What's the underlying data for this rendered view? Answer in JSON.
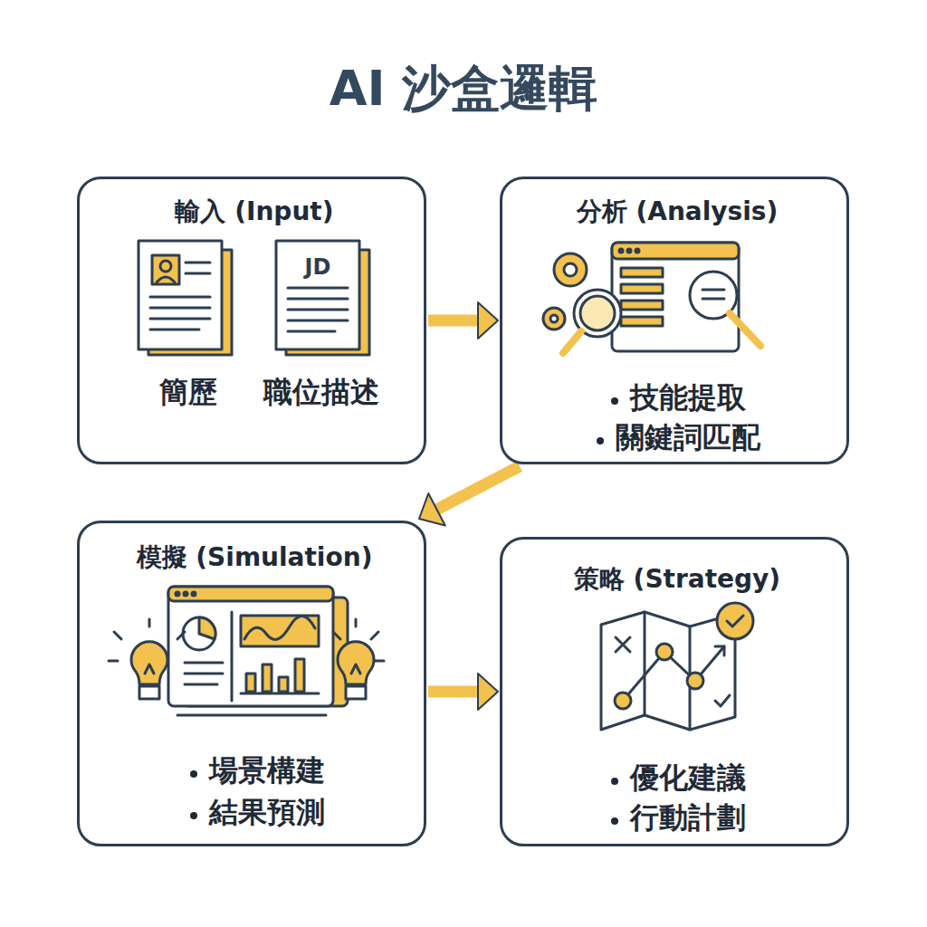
{
  "diagram": {
    "title": "AI 沙盒邏輯",
    "nodes": [
      {
        "text": [
          "輸入 (Input)",
          "簡歷",
          "職位描述"
        ]
      },
      {
        "text": [
          "分析 (Analysis)",
          "技能提取",
          "關鍵詞匹配"
        ]
      },
      {
        "text": [
          "模擬 (Simulation)",
          "場景構建",
          "結果預測"
        ]
      },
      {
        "text": [
          "策略 (Strategy)",
          "優化建議",
          "行動計劃"
        ]
      }
    ],
    "edges": [
      {
        "from": 0,
        "to": 1,
        "arrow": "to"
      },
      {
        "from": 1,
        "to": 2,
        "arrow": "to"
      },
      {
        "from": 2,
        "to": 3,
        "arrow": "to"
      }
    ],
    "labels": [
      "JD"
    ]
  }
}
